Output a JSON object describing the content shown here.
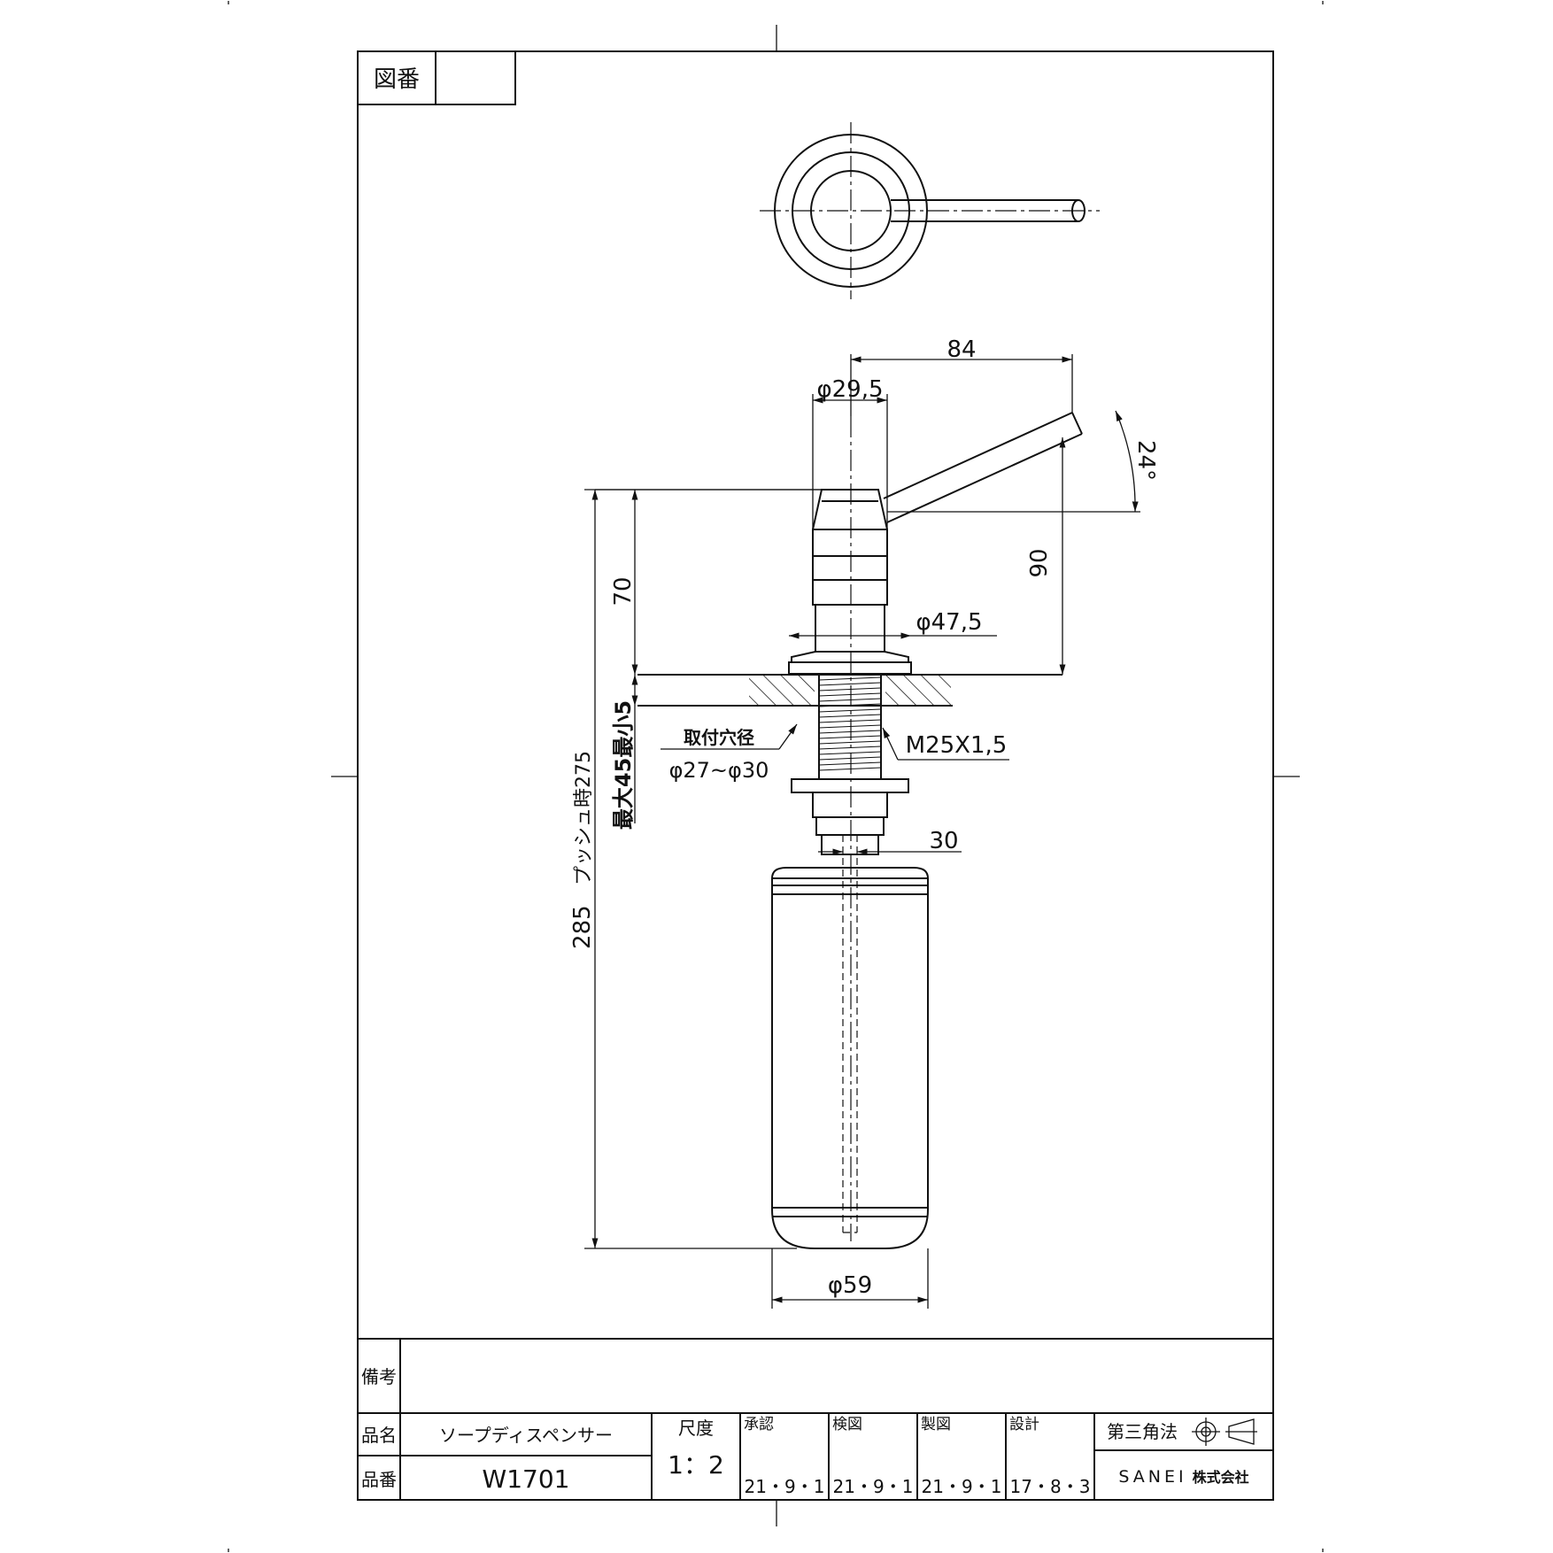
{
  "title_block": {
    "drawing_no_label": "図番",
    "drawing_no_value": "",
    "remarks_label": "備考",
    "remarks_value": "",
    "product_name_label": "品名",
    "product_name": "ソープディスペンサー",
    "product_no_label": "品番",
    "product_no": "W1701",
    "scale_label": "尺度",
    "scale": "1：2",
    "approval_label": "承認",
    "approval_date": "21・9・1",
    "check_label": "検図",
    "check_date": "21・9・1",
    "drafting_label": "製図",
    "drafting_date": "21・9・1",
    "design_label": "設計",
    "design_date": "17・8・3",
    "projection_label": "第三角法",
    "company": "SANEI",
    "company_suffix": "株式会社"
  },
  "dimensions": {
    "d_84": "84",
    "d_phi29_5": "φ29,5",
    "d_24deg": "24°",
    "d_90": "90",
    "d_70": "70",
    "d_phi47_5": "φ47,5",
    "d_max45_min5": "最大45最小5",
    "mount_hole_label": "取付穴径",
    "mount_hole_value": "φ27~φ30",
    "thread": "M25X1,5",
    "d_30": "30",
    "d_285": "285",
    "push_label": "プッシュ時275",
    "d_phi59": "φ59"
  }
}
